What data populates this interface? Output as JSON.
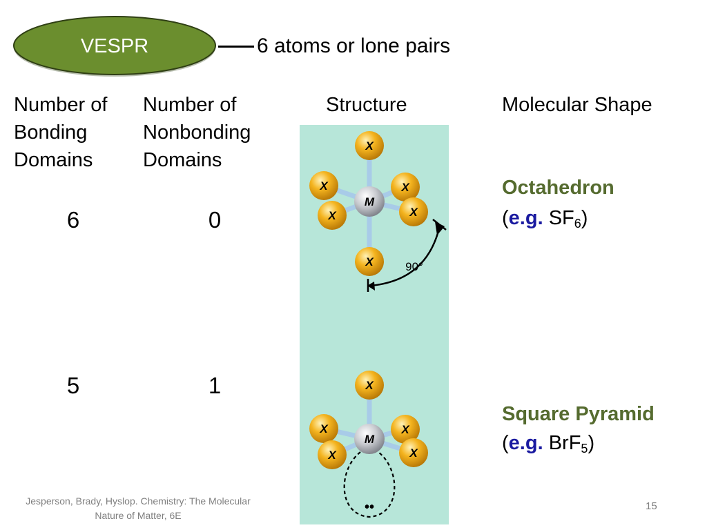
{
  "header": {
    "badge_label": "VESPR",
    "subtitle": "6 atoms or lone pairs"
  },
  "columns": {
    "bonding": "Number of\nBonding\nDomains",
    "nonbonding": "Number of\nNonbonding\nDomains",
    "structure": "Structure",
    "shape": "Molecular Shape"
  },
  "rows": [
    {
      "bonding": "6",
      "nonbonding": "0",
      "shape": "Octahedron",
      "example_prefix": "(",
      "example_label": "e.g.",
      "example_formula": "SF",
      "example_subscript": "6",
      "example_suffix": ")",
      "atom_labels": [
        "X",
        "X",
        "X",
        "X",
        "X",
        "X",
        "M"
      ],
      "angle_label": "90°"
    },
    {
      "bonding": "5",
      "nonbonding": "1",
      "shape": "Square Pyramid",
      "example_prefix": "(",
      "example_label": "e.g.",
      "example_formula": "BrF",
      "example_subscript": "5",
      "example_suffix": ")",
      "atom_labels": [
        "X",
        "X",
        "X",
        "X",
        "X",
        "M"
      ],
      "lone_pair_symbol": "••"
    }
  ],
  "footer": {
    "citation": "Jesperson, Brady, Hyslop. Chemistry: The Molecular Nature of Matter, 6E",
    "slide_number": "15"
  },
  "colors": {
    "badge_fill": "#6b8e2e",
    "shape_name": "#556b2f",
    "example_label": "#1a1aa0",
    "panel_bg": "#b7e6d9",
    "ligand_atom": "#f2b01e",
    "central_atom": "#c8c8cc"
  }
}
